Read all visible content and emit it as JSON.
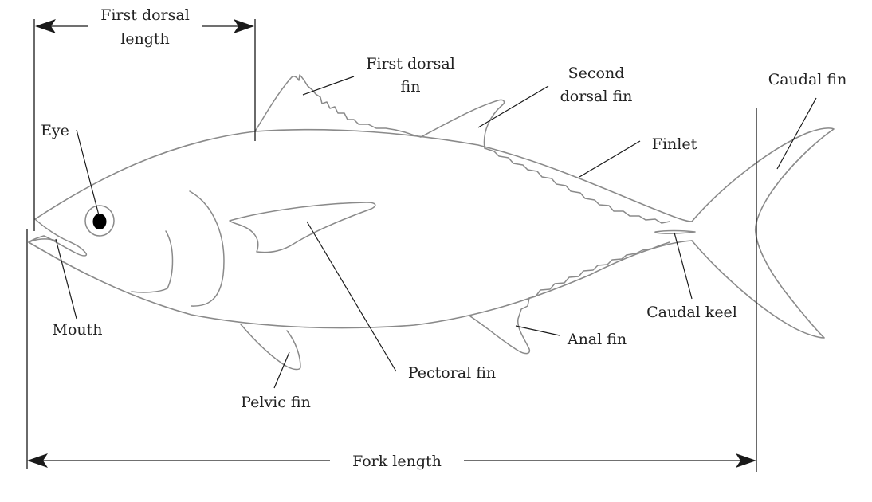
{
  "labels": {
    "first_dorsal_length_line1": "First dorsal",
    "first_dorsal_length_line2": "length",
    "first_dorsal_fin_line1": "First dorsal",
    "first_dorsal_fin_line2": "fin",
    "second_dorsal_fin_line1": "Second",
    "second_dorsal_fin_line2": "dorsal fin",
    "caudal_fin": "Caudal fin",
    "finlet": "Finlet",
    "eye": "Eye",
    "mouth": "Mouth",
    "pectoral_fin": "Pectoral fin",
    "pelvic_fin": "Pelvic fin",
    "anal_fin": "Anal fin",
    "caudal_keel": "Caudal keel",
    "fork_length": "Fork length"
  },
  "colors": {
    "outline": "#8a8a8a",
    "leader": "#1a1a1a",
    "eye_fill": "#000000",
    "text": "#222222"
  }
}
